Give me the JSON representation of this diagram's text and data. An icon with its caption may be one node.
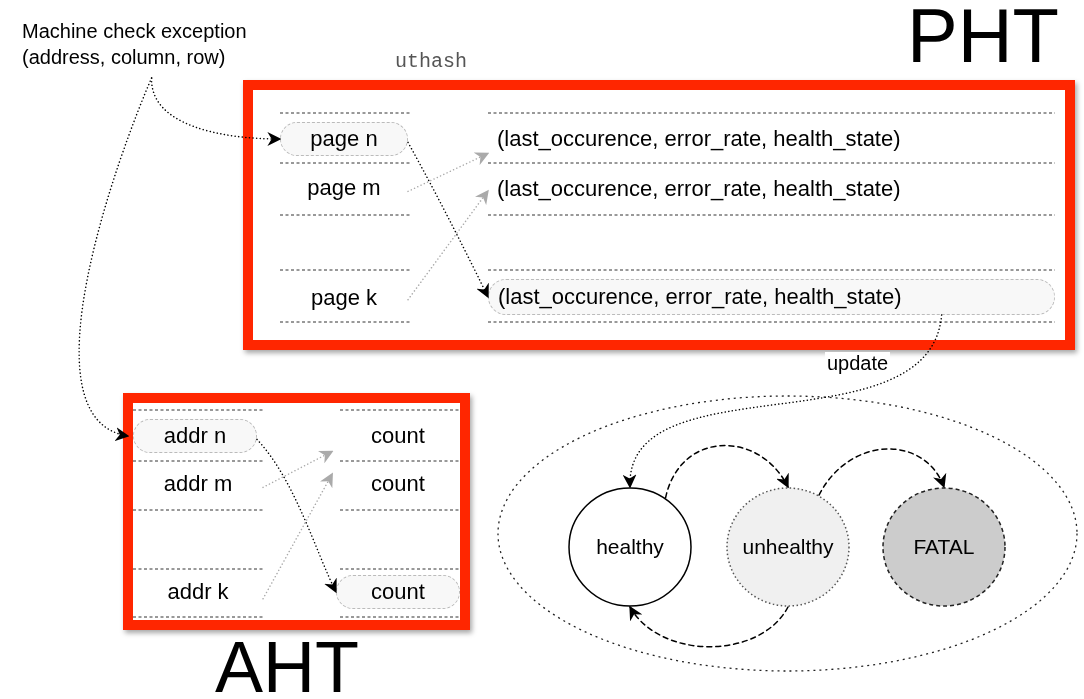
{
  "diagram": {
    "nodes": [
      {
        "text": [
          "PHT"
        ]
      },
      {
        "text": [
          "page n"
        ],
        "in": 0
      },
      {
        "text": [
          "page m"
        ],
        "in": 0
      },
      {
        "text": [
          "page k"
        ],
        "in": 0
      },
      {
        "text": [
          "(last_occurence, error_rate, health_state)"
        ],
        "in": 0
      },
      {
        "text": [
          "(last_occurence, error_rate, health_state)"
        ],
        "in": 0
      },
      {
        "text": [
          "(last_occurence, error_rate, health_state)"
        ],
        "in": 0
      },
      {
        "text": [
          "AHT"
        ]
      },
      {
        "text": [
          "addr n"
        ],
        "in": 7
      },
      {
        "text": [
          "addr m"
        ],
        "in": 7
      },
      {
        "text": [
          "addr k"
        ],
        "in": 7
      },
      {
        "text": [
          "count"
        ],
        "in": 7
      },
      {
        "text": [
          "count"
        ],
        "in": 7
      },
      {
        "text": [
          "count"
        ],
        "in": 7
      },
      {
        "text": [
          "Machine check exception (address, column, row)"
        ]
      },
      {
        "text": [],
        "shape": "ellipse"
      },
      {
        "text": [
          "healthy"
        ],
        "in": 15
      },
      {
        "text": [
          "unhealthy"
        ],
        "in": 15
      },
      {
        "text": [
          "FATAL"
        ],
        "in": 15
      }
    ],
    "edges": [
      {
        "from": 14,
        "to": 1,
        "arrow": "to"
      },
      {
        "from": 14,
        "to": 8,
        "arrow": "to"
      },
      {
        "from": 1,
        "to": 6,
        "arrow": "to"
      },
      {
        "from": 2,
        "to": 4,
        "arrow": "to",
        "color": "#aaaaaa"
      },
      {
        "from": 3,
        "to": 5,
        "arrow": "to",
        "color": "#aaaaaa"
      },
      {
        "from": 8,
        "to": 13,
        "arrow": "to"
      },
      {
        "from": 9,
        "to": 11,
        "arrow": "to",
        "color": "#aaaaaa"
      },
      {
        "from": 10,
        "to": 12,
        "arrow": "to",
        "color": "#aaaaaa"
      },
      {
        "from": 6,
        "to": 16,
        "arrow": "to",
        "label": "update"
      },
      {
        "from": 16,
        "to": 17,
        "arrow": "to",
        "style": "dashed"
      },
      {
        "from": 17,
        "to": 18,
        "arrow": "to",
        "style": "dashed"
      },
      {
        "from": 17,
        "to": 16,
        "arrow": "to",
        "style": "dashed"
      }
    ],
    "labels": [
      "uthash"
    ]
  }
}
